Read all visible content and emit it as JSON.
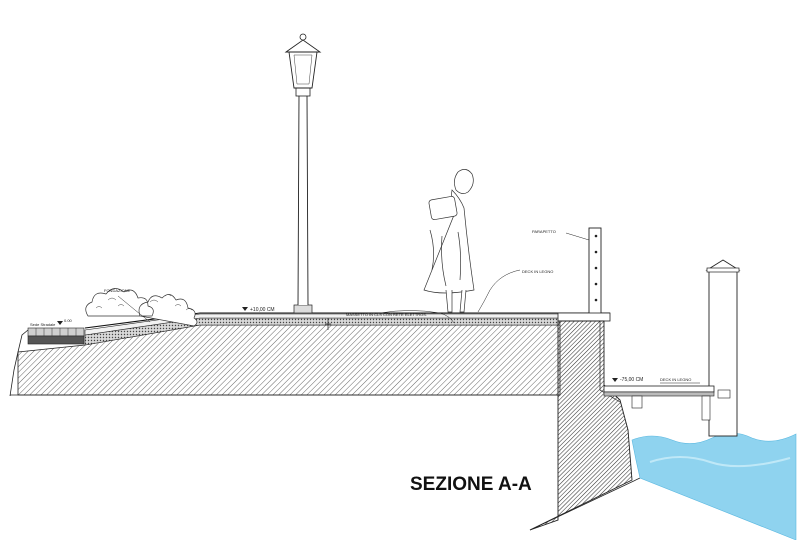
{
  "section_title": "SEZIONE A-A",
  "labels": {
    "sede_stradale": "Sede Stradale",
    "road_level": "0.00",
    "fondazione": "FONDAZIONE",
    "promenade_level": "+10,00 CM",
    "pavement_note": "MASSETTO IN CLS CON RETE ELETTROS.",
    "deck_label": "DECK IN LEGNO",
    "parapet": "PARAPETTO",
    "pontoon_level": "-75,00 CM",
    "pontoon_deck": "DECK IN LEGNO"
  },
  "colors": {
    "water": "#8fd3ef",
    "line": "#1a1a1a"
  }
}
